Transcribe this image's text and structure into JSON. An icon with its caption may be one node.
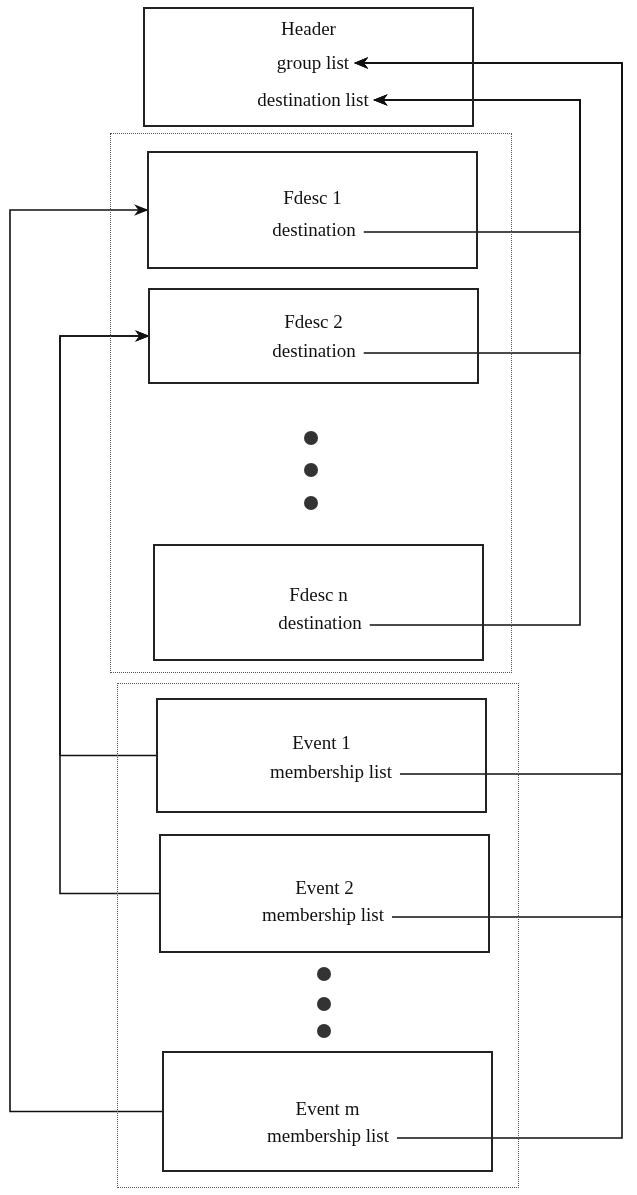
{
  "diagram": {
    "nodes": [
      {
        "text": [
          "Header"
        ]
      },
      {
        "text": [
          "group list"
        ],
        "in": 0
      },
      {
        "text": [
          "destination list"
        ],
        "in": 0
      },
      {
        "text": [],
        "shape": "box"
      },
      {
        "text": [
          "Fdesc 1"
        ],
        "in": 3
      },
      {
        "text": [
          "destination"
        ],
        "in": 4
      },
      {
        "text": [
          "Fdesc 2"
        ],
        "in": 3
      },
      {
        "text": [
          "destination"
        ],
        "in": 6
      },
      {
        "text": [
          "Fdesc n"
        ],
        "in": 3
      },
      {
        "text": [
          "destination"
        ],
        "in": 8
      },
      {
        "text": [],
        "shape": "box"
      },
      {
        "text": [
          "Event 1"
        ],
        "in": 10
      },
      {
        "text": [
          "membership list"
        ],
        "in": 11
      },
      {
        "text": [
          "Event 2"
        ],
        "in": 10
      },
      {
        "text": [
          "membership list"
        ],
        "in": 13
      },
      {
        "text": [
          "Event m"
        ],
        "in": 10
      },
      {
        "text": [
          "membership list"
        ],
        "in": 15
      }
    ],
    "edges": [
      {
        "from": 5,
        "to": 2,
        "arrow": "to"
      },
      {
        "from": 7,
        "to": 2,
        "arrow": "to"
      },
      {
        "from": 9,
        "to": 2,
        "arrow": "to"
      },
      {
        "from": 12,
        "to": 1,
        "arrow": "to"
      },
      {
        "from": 14,
        "to": 1,
        "arrow": "to"
      },
      {
        "from": 16,
        "to": 1,
        "arrow": "to"
      },
      {
        "from": 11,
        "to": 6,
        "arrow": "to"
      },
      {
        "from": 13,
        "to": 6,
        "arrow": "to"
      },
      {
        "from": 15,
        "to": 4,
        "arrow": "to"
      }
    ]
  }
}
